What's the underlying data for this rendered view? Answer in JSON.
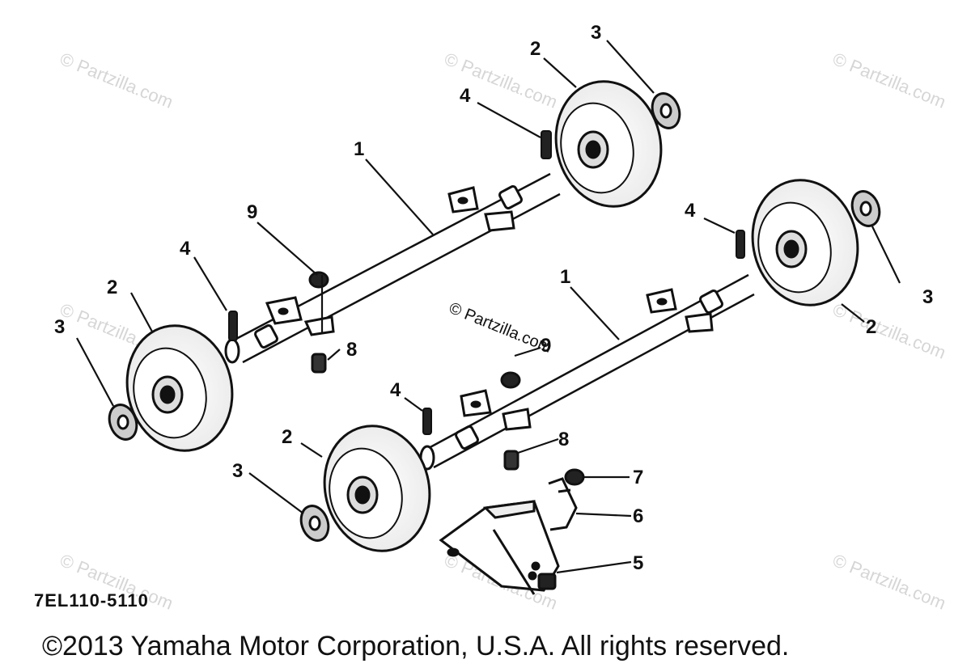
{
  "callouts": {
    "c1a": "1",
    "c1b": "1",
    "c2a": "2",
    "c2b": "2",
    "c2c": "2",
    "c2d": "2",
    "c3a": "3",
    "c3b": "3",
    "c3c": "3",
    "c3d": "3",
    "c4a": "4",
    "c4b": "4",
    "c4c": "4",
    "c4d": "4",
    "c5": "5",
    "c6": "6",
    "c7": "7",
    "c8a": "8",
    "c8b": "8",
    "c9a": "9",
    "c9b": "9"
  },
  "watermarks": {
    "wm1": "© Partzilla.com",
    "wm2": "© Partzilla.com",
    "wm3": "© Partzilla.com",
    "wm4": "© Partzilla.com",
    "wm5": "© Partzilla.com",
    "wm6": "© Partzilla.com",
    "wm7": "© Partzilla.com",
    "wm8": "© Partzilla.com",
    "wm9": "© Partzilla.com"
  },
  "diagram_code": "7EL110-5110",
  "copyright": "©2013 Yamaha Motor Corporation, U.S.A. All rights reserved."
}
